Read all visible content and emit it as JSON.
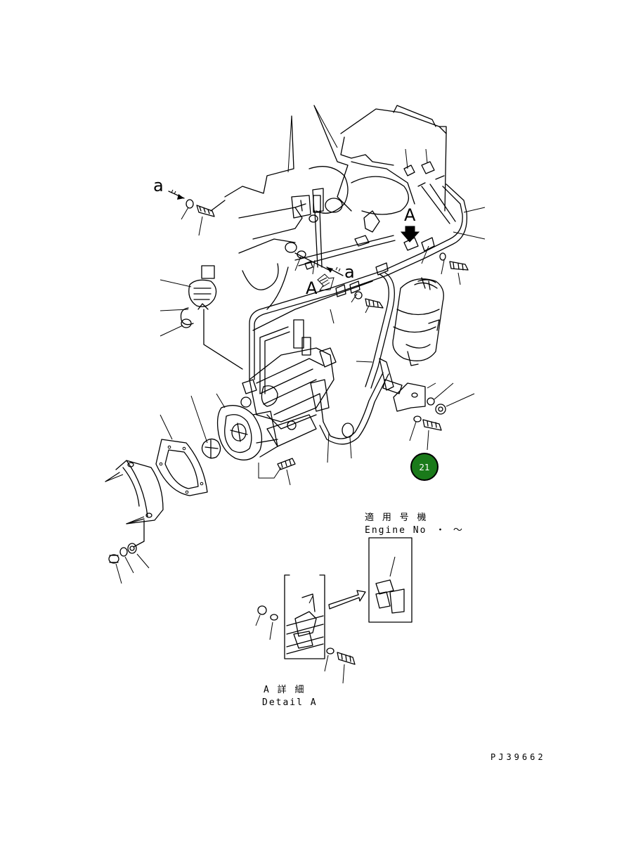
{
  "labels": {
    "view_a": "A",
    "view_a_alt": "A",
    "arrow_a_left": "a",
    "arrow_a_right": "a"
  },
  "engine_note": {
    "line1": "適 用 号 機",
    "line2": "Engine No",
    "range_marks": "・  ～"
  },
  "detail_caption": {
    "line1": "A 詳 細",
    "line2": "Detail A"
  },
  "callout": {
    "number": "21",
    "color": "#1a7a1a",
    "border_color": "#000000"
  },
  "drawing_code": "PJ39662"
}
